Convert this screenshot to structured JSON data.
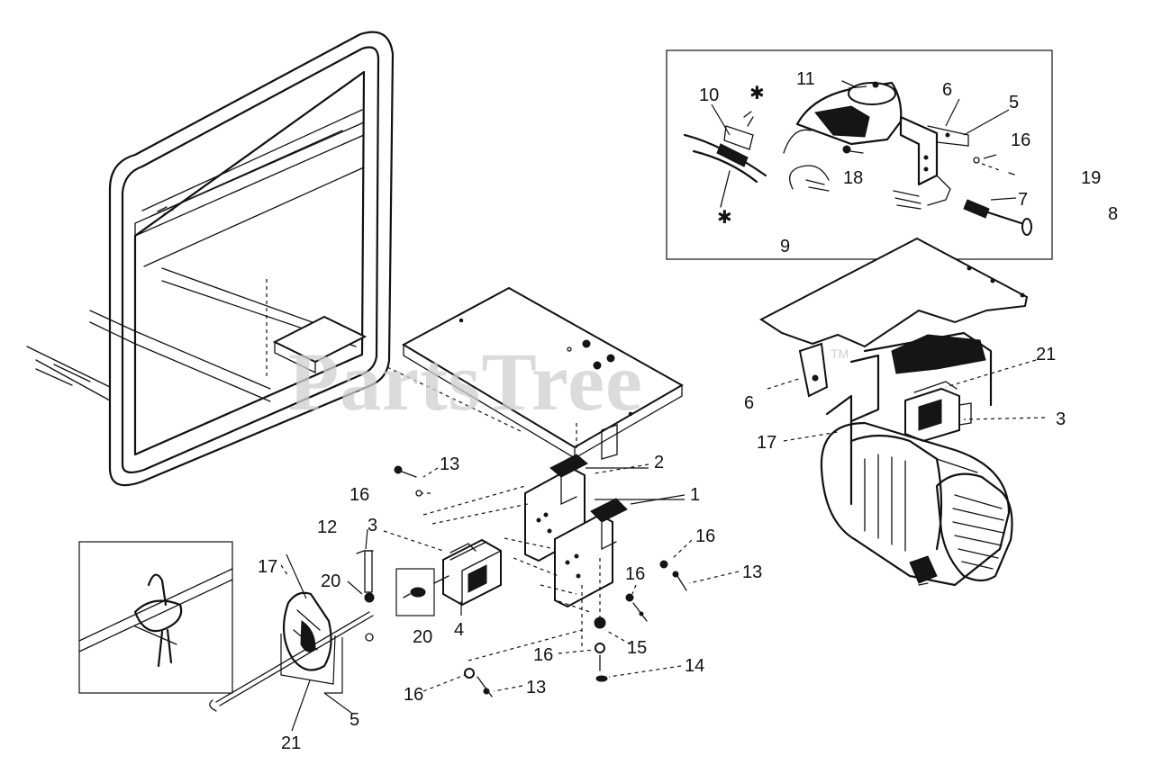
{
  "watermark": {
    "text": "PartsTree",
    "trademark": "TM"
  },
  "callouts": [
    {
      "id": "c11",
      "text": "11"
    },
    {
      "id": "c10",
      "text": "10"
    },
    {
      "id": "c6a",
      "text": "6"
    },
    {
      "id": "c5a",
      "text": "5"
    },
    {
      "id": "c16a",
      "text": "16"
    },
    {
      "id": "c18",
      "text": "18"
    },
    {
      "id": "c19",
      "text": "19"
    },
    {
      "id": "c7",
      "text": "7"
    },
    {
      "id": "c8",
      "text": "8"
    },
    {
      "id": "c9",
      "text": "9"
    },
    {
      "id": "c21a",
      "text": "21"
    },
    {
      "id": "c6b",
      "text": "6"
    },
    {
      "id": "c3a",
      "text": "3"
    },
    {
      "id": "c17a",
      "text": "17"
    },
    {
      "id": "c13a",
      "text": "13"
    },
    {
      "id": "c2",
      "text": "2"
    },
    {
      "id": "c16b",
      "text": "16"
    },
    {
      "id": "c1",
      "text": "1"
    },
    {
      "id": "c12",
      "text": "12"
    },
    {
      "id": "c3b",
      "text": "3"
    },
    {
      "id": "c16c",
      "text": "16"
    },
    {
      "id": "c16d",
      "text": "16"
    },
    {
      "id": "c13b",
      "text": "13"
    },
    {
      "id": "c17b",
      "text": "17"
    },
    {
      "id": "c20a",
      "text": "20"
    },
    {
      "id": "c20b",
      "text": "20"
    },
    {
      "id": "c4",
      "text": "4"
    },
    {
      "id": "c16e",
      "text": "16"
    },
    {
      "id": "c15",
      "text": "15"
    },
    {
      "id": "c14",
      "text": "14"
    },
    {
      "id": "c16f",
      "text": "16"
    },
    {
      "id": "c13c",
      "text": "13"
    },
    {
      "id": "c21b",
      "text": "21"
    },
    {
      "id": "c5b",
      "text": "5"
    }
  ]
}
